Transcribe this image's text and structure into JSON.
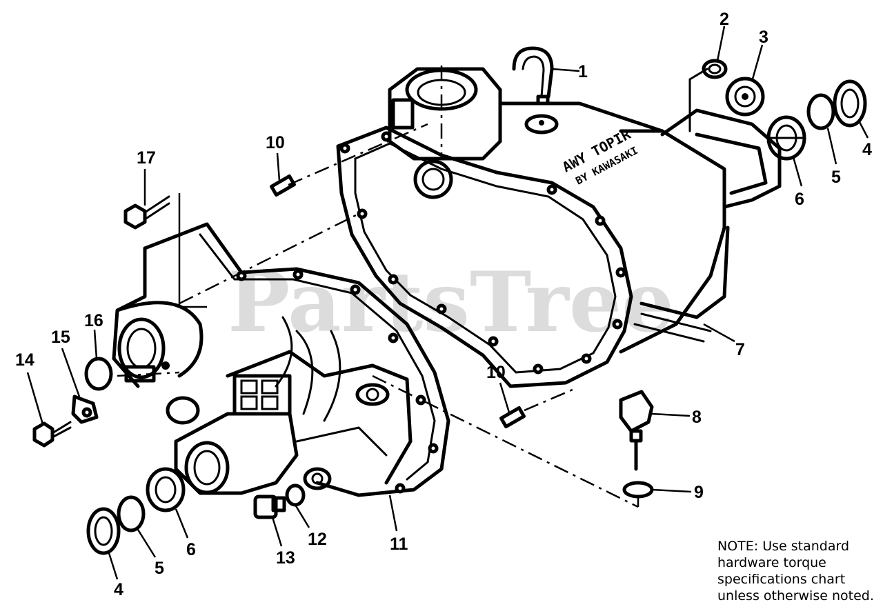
{
  "watermark": "PartsTree",
  "casting_text": [
    "AWY TOPIR",
    "BY KAWASAKI"
  ],
  "callouts": [
    {
      "id": "c1",
      "label": "1"
    },
    {
      "id": "c2",
      "label": "2"
    },
    {
      "id": "c3",
      "label": "3"
    },
    {
      "id": "c4a",
      "label": "4"
    },
    {
      "id": "c4b",
      "label": "4"
    },
    {
      "id": "c5a",
      "label": "5"
    },
    {
      "id": "c5b",
      "label": "5"
    },
    {
      "id": "c6a",
      "label": "6"
    },
    {
      "id": "c6b",
      "label": "6"
    },
    {
      "id": "c7",
      "label": "7"
    },
    {
      "id": "c8",
      "label": "8"
    },
    {
      "id": "c9",
      "label": "9"
    },
    {
      "id": "c10a",
      "label": "10"
    },
    {
      "id": "c10b",
      "label": "10"
    },
    {
      "id": "c11",
      "label": "11"
    },
    {
      "id": "c12",
      "label": "12"
    },
    {
      "id": "c13",
      "label": "13"
    },
    {
      "id": "c14",
      "label": "14"
    },
    {
      "id": "c15",
      "label": "15"
    },
    {
      "id": "c16",
      "label": "16"
    },
    {
      "id": "c17",
      "label": "17"
    }
  ],
  "note": {
    "lines": [
      "NOTE:  Use standard",
      "hardware torque",
      "specifications chart",
      "unless otherwise noted."
    ]
  }
}
